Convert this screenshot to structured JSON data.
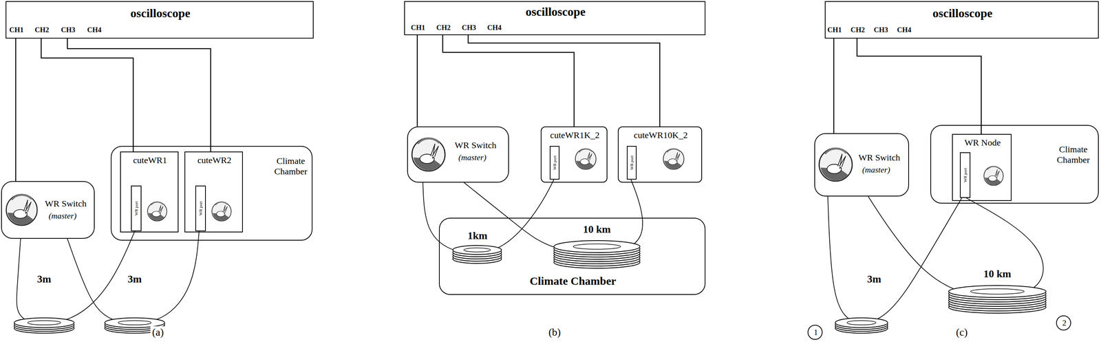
{
  "diagram": {
    "nodes": [
      {
        "text": [
          "oscilloscope",
          "CH1",
          "CH2",
          "CH3",
          "CH4"
        ]
      },
      {
        "text": [
          "WR Switch",
          "(master)"
        ]
      },
      {
        "text": [
          "Climate Chamber"
        ]
      },
      {
        "text": [
          "cuteWR1"
        ],
        "in": 2
      },
      {
        "text": [
          "WR port"
        ],
        "in": 3
      },
      {
        "text": [
          "cuteWR2"
        ],
        "in": 2
      },
      {
        "text": [
          "WR port"
        ],
        "in": 5
      },
      {
        "text": [
          "oscilloscope",
          "CH1",
          "CH2",
          "CH3",
          "CH4"
        ]
      },
      {
        "text": [
          "WR Switch",
          "(master)"
        ]
      },
      {
        "text": [
          "cuteWR1K_2"
        ]
      },
      {
        "text": [
          "WR port"
        ],
        "in": 9
      },
      {
        "text": [
          "cuteWR10K_2"
        ]
      },
      {
        "text": [
          "WR port"
        ],
        "in": 11
      },
      {
        "text": [
          "Climate Chamber"
        ]
      },
      {
        "text": [
          "oscilloscope",
          "CH1",
          "CH2",
          "CH3",
          "CH4"
        ]
      },
      {
        "text": [
          "WR Switch",
          "(master)"
        ]
      },
      {
        "text": [
          "Climate Chamber"
        ]
      },
      {
        "text": [
          "WR Node"
        ],
        "in": 16
      },
      {
        "text": [
          "WR port"
        ],
        "in": 17
      },
      {
        "text": [
          "1"
        ]
      },
      {
        "text": [
          "2"
        ]
      }
    ],
    "edges": [
      {
        "from": 0,
        "to": 1,
        "arrow": "none"
      },
      {
        "from": 0,
        "to": 3,
        "arrow": "none"
      },
      {
        "from": 0,
        "to": 5,
        "arrow": "none"
      },
      {
        "from": 1,
        "to": 4,
        "arrow": "none"
      },
      {
        "from": 1,
        "to": 6,
        "arrow": "none"
      },
      {
        "from": 7,
        "to": 8,
        "arrow": "none"
      },
      {
        "from": 7,
        "to": 9,
        "arrow": "none"
      },
      {
        "from": 7,
        "to": 11,
        "arrow": "none"
      },
      {
        "from": 8,
        "to": 10,
        "arrow": "none"
      },
      {
        "from": 8,
        "to": 12,
        "arrow": "none"
      },
      {
        "from": 14,
        "to": 15,
        "arrow": "none"
      },
      {
        "from": 14,
        "to": 17,
        "arrow": "none"
      },
      {
        "from": 15,
        "to": 18,
        "arrow": "none"
      },
      {
        "from": 15,
        "to": 18,
        "arrow": "none"
      }
    ],
    "labels": [
      "3m",
      "3m",
      "(a)",
      "1km",
      "10 km",
      "(b)",
      "3m",
      "10 km",
      "(c)"
    ]
  }
}
